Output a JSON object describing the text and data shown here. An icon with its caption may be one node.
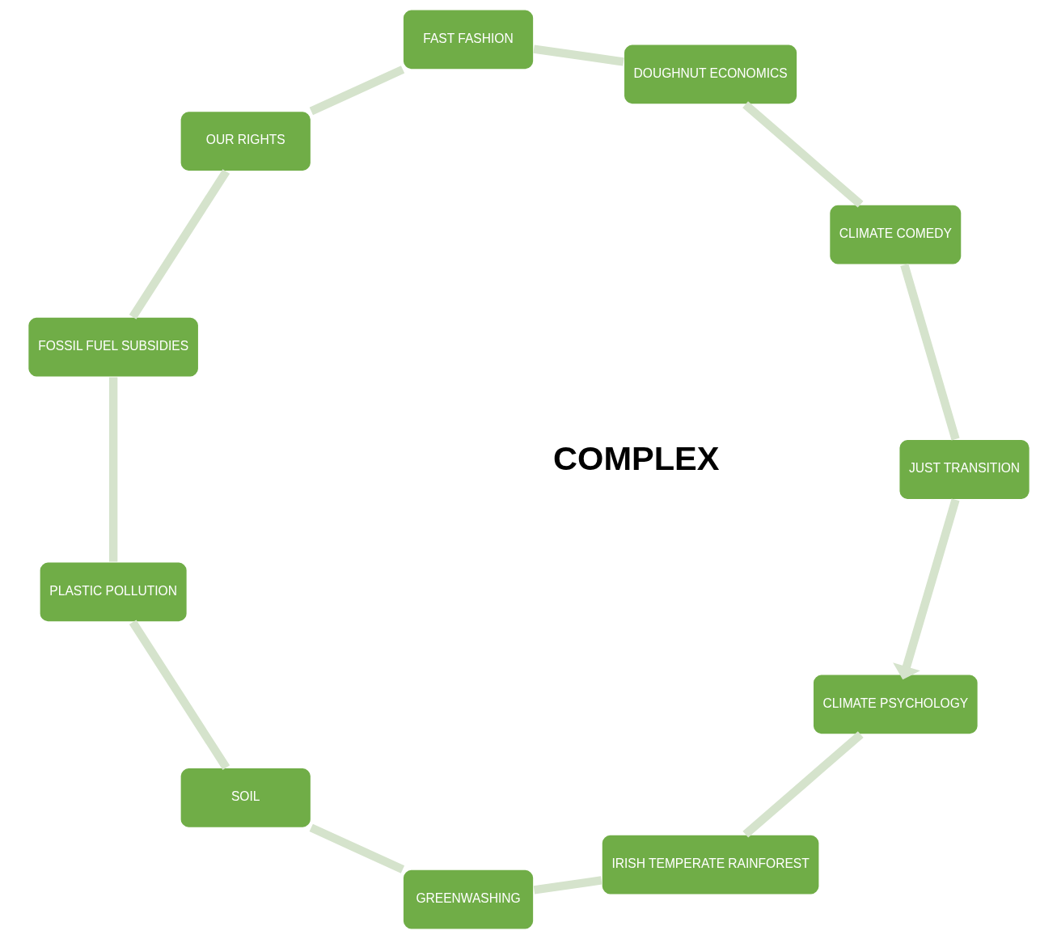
{
  "diagram": {
    "nodes": [
      {
        "text": [
          "CLIMATE PSYCHOLOGY"
        ]
      },
      {
        "text": [
          "IRISH TEMPERATE RAINFOREST"
        ]
      },
      {
        "text": [
          "GREENWASHING"
        ]
      },
      {
        "text": [
          "SOIL"
        ]
      },
      {
        "text": [
          "PLASTIC POLLUTION"
        ]
      },
      {
        "text": [
          "FOSSIL FUEL SUBSIDIES"
        ]
      },
      {
        "text": [
          "OUR RIGHTS"
        ]
      },
      {
        "text": [
          "FAST FASHION"
        ]
      },
      {
        "text": [
          "DOUGHNUT ECONOMICS"
        ]
      },
      {
        "text": [
          "CLIMATE COMEDY"
        ]
      },
      {
        "text": [
          "JUST TRANSITION"
        ]
      }
    ],
    "edges": [
      {
        "from": 0,
        "to": 1,
        "arrow": "none"
      },
      {
        "from": 1,
        "to": 2,
        "arrow": "none"
      },
      {
        "from": 2,
        "to": 3,
        "arrow": "none"
      },
      {
        "from": 3,
        "to": 4,
        "arrow": "none"
      },
      {
        "from": 4,
        "to": 5,
        "arrow": "none"
      },
      {
        "from": 5,
        "to": 6,
        "arrow": "none"
      },
      {
        "from": 6,
        "to": 7,
        "arrow": "none"
      },
      {
        "from": 7,
        "to": 8,
        "arrow": "none"
      },
      {
        "from": 8,
        "to": 9,
        "arrow": "none"
      },
      {
        "from": 9,
        "to": 10,
        "arrow": "none"
      },
      {
        "from": 10,
        "to": 0,
        "arrow": "to"
      }
    ],
    "labels": [
      "COMPLEX"
    ]
  }
}
